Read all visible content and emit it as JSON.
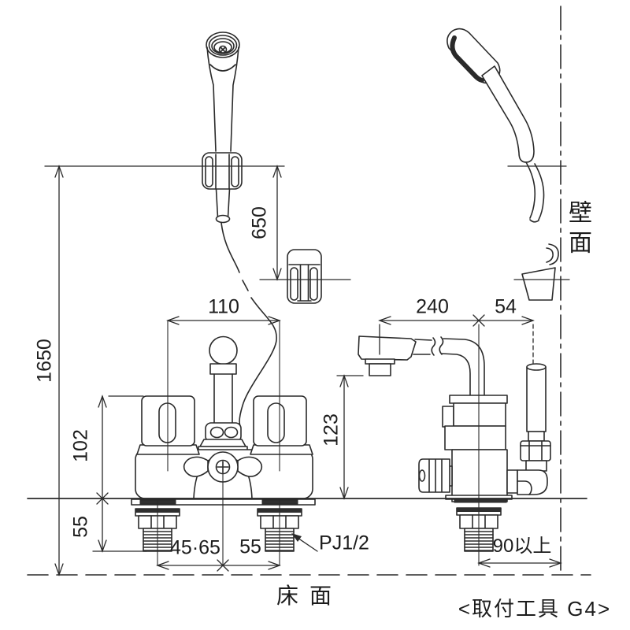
{
  "drawing": {
    "dims": {
      "height_total": "1650",
      "height_holder": "650",
      "handle_pitch": "110",
      "body_above_counter": "102",
      "shank_below_counter": "55",
      "pitch_left": "45·65",
      "pitch_right": "55",
      "thread_type": "PJ1/2",
      "spout_reach": "240",
      "shower_pipe_offset": "54",
      "spout_height": "123",
      "wall_clearance": "90以上"
    },
    "labels": {
      "wall": "壁面",
      "floor": "床面",
      "tool": "<取付工具 G4>"
    }
  }
}
